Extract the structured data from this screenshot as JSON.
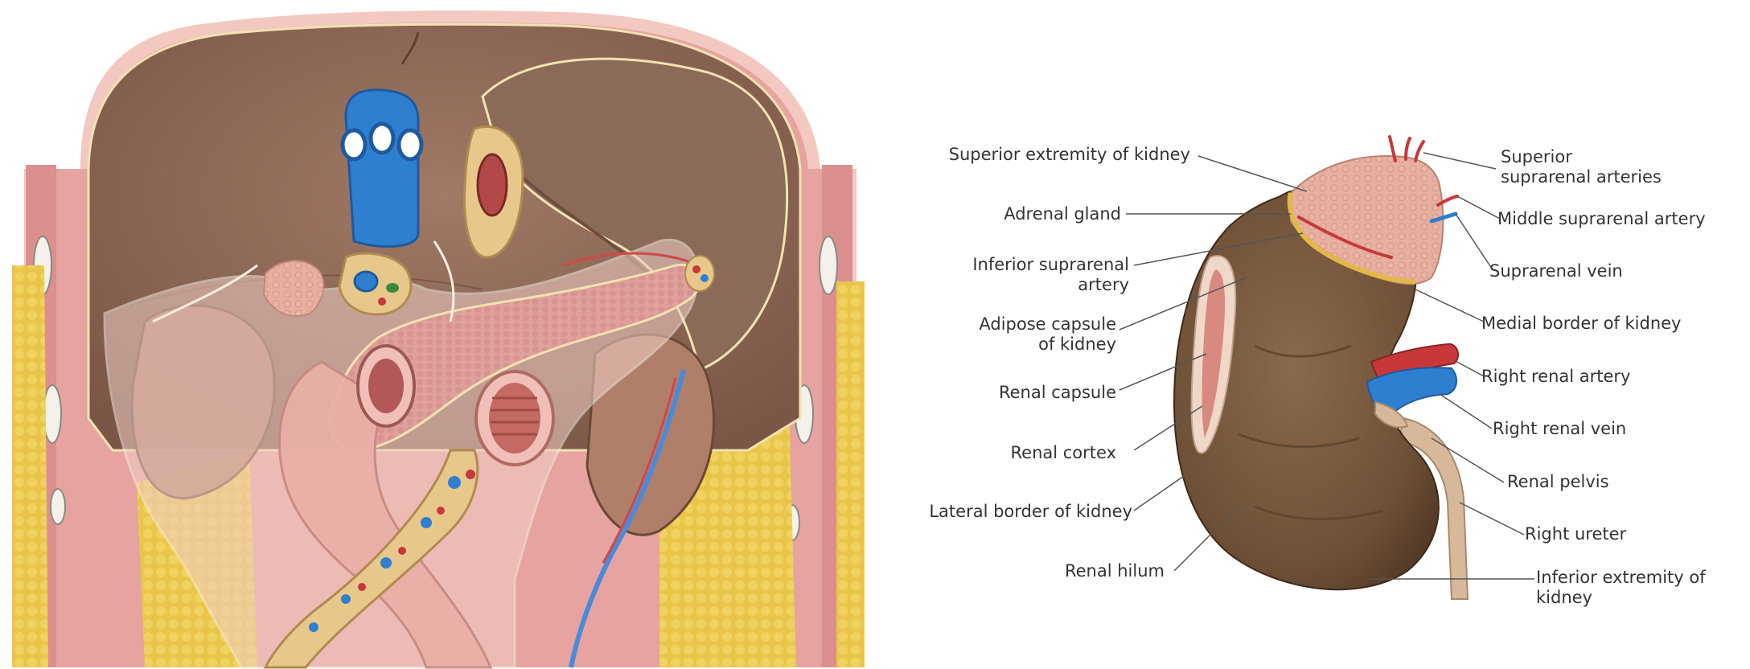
{
  "labels": {
    "superior_extremity": "Superior extremity of kidney",
    "adrenal_gland": "Adrenal gland",
    "inferior_suprarenal_1": "Inferior suprarenal",
    "inferior_suprarenal_2": "artery",
    "adipose_capsule_1": "Adipose capsule",
    "adipose_capsule_2": "of kidney",
    "renal_capsule": "Renal capsule",
    "renal_cortex": "Renal cortex",
    "lateral_border": "Lateral border of kidney",
    "renal_hilum": "Renal hilum",
    "superior_suprarenal_1": "Superior",
    "superior_suprarenal_2": "suprarenal arteries",
    "middle_suprarenal": "Middle suprarenal artery",
    "suprarenal_vein": "Suprarenal vein",
    "medial_border": "Medial border of kidney",
    "right_renal_artery": "Right renal artery",
    "right_renal_vein": "Right renal vein",
    "renal_pelvis": "Renal pelvis",
    "right_ureter": "Right ureter",
    "inferior_extremity_1": "Inferior extremity of",
    "inferior_extremity_2": "kidney"
  },
  "colors": {
    "kidney": "#7a5a40",
    "adrenal": "#e8b2a2",
    "vein": "#2f7fd0",
    "artery": "#c8383a",
    "fat": "#ecc84a",
    "muscle": "#e9a5a2",
    "peritoneum": "#8a6a58"
  }
}
